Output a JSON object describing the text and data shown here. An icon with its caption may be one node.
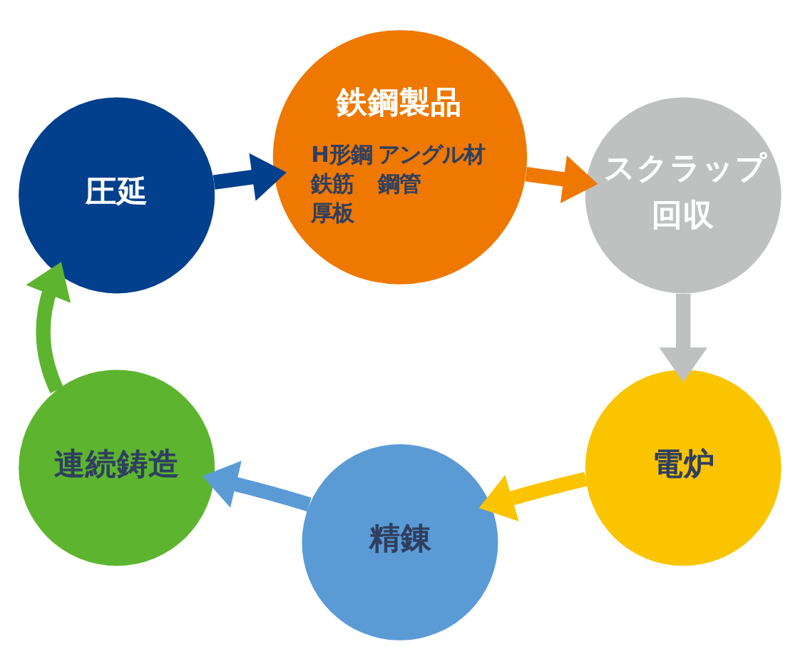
{
  "diagram": {
    "nodes": [
      {
        "text": [
          "鉄鋼製品",
          "H形鋼",
          "アングル材",
          "鉄筋",
          "鋼管",
          "厚板"
        ]
      },
      {
        "text": [
          "スクラップ回収"
        ]
      },
      {
        "text": [
          "電炉"
        ]
      },
      {
        "text": [
          "精錬"
        ]
      },
      {
        "text": [
          "連続鋳造"
        ]
      },
      {
        "text": [
          "圧延"
        ]
      }
    ],
    "edges": [
      {
        "from": 0,
        "to": 1,
        "arrow": "to",
        "color": "#ee7800"
      },
      {
        "from": 1,
        "to": 2,
        "arrow": "to",
        "color": "#bfc1c1"
      },
      {
        "from": 2,
        "to": 3,
        "arrow": "to",
        "color": "#fac400"
      },
      {
        "from": 3,
        "to": 4,
        "arrow": "to",
        "color": "#5b9bd5"
      },
      {
        "from": 4,
        "to": 5,
        "arrow": "to",
        "color": "#5db52f"
      },
      {
        "from": 5,
        "to": 0,
        "arrow": "to",
        "color": "#023f8c"
      }
    ]
  }
}
